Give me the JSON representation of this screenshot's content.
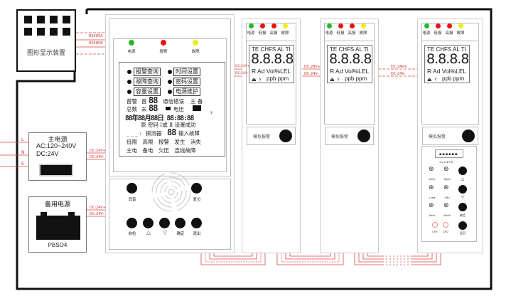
{
  "display_device": {
    "label": "图形显示装置",
    "rs485a": "RS485A",
    "rs485b": "RS485B"
  },
  "main_power": {
    "title": "主电源",
    "ac": "AC:120~240V",
    "dc": "DC:24V",
    "terminals": [
      "L",
      "N",
      "E"
    ]
  },
  "backup_power": {
    "title": "备用电源",
    "battery": "PBSO4"
  },
  "wire_labels": {
    "pos": "DC:24V+",
    "neg": "DC:24V-"
  },
  "controller": {
    "leds": [
      {
        "label": "电源",
        "color": "#22bb22"
      },
      {
        "label": "报警",
        "color": "#ee1111"
      },
      {
        "label": "故障",
        "color": "#eeee11"
      }
    ],
    "menu": [
      "报警查询",
      "时间设置",
      "故障查询",
      "密码设置",
      "容量设置",
      "电源维护"
    ],
    "lcd_lines": {
      "l1a": "首警",
      "l1b": "首",
      "l1c": "88",
      "l1d": "通信错误",
      "l1e": "主 备",
      "l2a": "总数",
      "l2b": "末",
      "l2c": "88",
      "l2d": "电压",
      "l3": "88年88月88日 88:88:88",
      "l3v": "V",
      "l4": "原 密码 Ⅰ或 Ⅱ 设置成功",
      "l5a": "_ _ _ :",
      "l5b": "探测器",
      "l5c": "88",
      "l5d": "输入故障",
      "l6": "低限　高限　报警　发生　消失",
      "l7": "主电　备电　欠压　连线故障"
    },
    "buttons_top": [
      "消音",
      "复位"
    ],
    "buttons_bottom": [
      "自检",
      "△",
      "▽",
      "确定",
      "退出"
    ]
  },
  "detectors": [
    {
      "leds": [
        {
          "label": "电源",
          "color": "#22bb22"
        },
        {
          "label": "低报",
          "color": "#ee1111"
        },
        {
          "label": "高报",
          "color": "#ee1111"
        },
        {
          "label": "故障",
          "color": "#eeee11"
        }
      ],
      "lcd": {
        "top": "TE CHFS AL TI",
        "digits": "8.8.8.8",
        "units": "R Ad Vol%LEL",
        "bottom": "ppb ppm"
      },
      "alarm_label": "模拟报警"
    },
    {
      "leds": [
        {
          "label": "电源",
          "color": "#22bb22"
        },
        {
          "label": "低报",
          "color": "#ee1111"
        },
        {
          "label": "高报",
          "color": "#ee1111"
        },
        {
          "label": "故障",
          "color": "#eeee11"
        }
      ],
      "lcd": {
        "top": "TE CHFS AL TI",
        "digits": "8.8.8.8",
        "units": "R Ad Vol%LEL",
        "bottom": "ppb ppm"
      },
      "alarm_label": "模拟报警"
    },
    {
      "leds": [
        {
          "label": "电源",
          "color": "#22bb22"
        },
        {
          "label": "低报",
          "color": "#ee1111"
        },
        {
          "label": "高报",
          "color": "#ee1111"
        },
        {
          "label": "故障",
          "color": "#eeee11"
        }
      ],
      "lcd": {
        "top": "TE CHFS AL TI",
        "digits": "8.8.8.8",
        "units": "R Ad Vol%LEL",
        "bottom": "ppb ppm"
      },
      "alarm_label": "模拟报警",
      "config": {
        "dip_numbers": "1 2 3 4 5 6",
        "pots": [
          "Zero",
          "Span",
          "Lcea",
          "LBn",
          "5mA",
          "20mA"
        ],
        "keys": [
          "△",
          "▽",
          "确定",
          "返回"
        ],
        "jumpers": [
          "CP1",
          "CP2"
        ]
      }
    }
  ]
}
